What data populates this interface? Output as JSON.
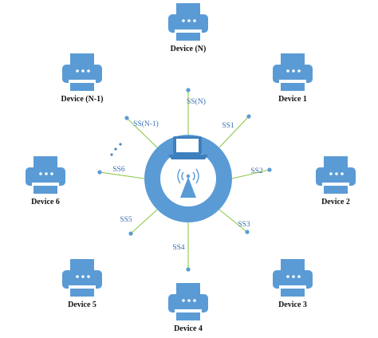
{
  "colors": {
    "primary": "#5a9bd5",
    "primary_dark": "#4b86c0",
    "ring_inner": "#ffffff",
    "link_line": "#8cc84b",
    "endpoint_dot": "#5a9bd5",
    "label_text": "#111111",
    "ss_text": "#3a6fb0"
  },
  "hub": {
    "icon_names": [
      "laptop-icon",
      "antenna-icon"
    ]
  },
  "devices": [
    {
      "id": "device-n",
      "label": "Device (N)",
      "icon": "printer-icon"
    },
    {
      "id": "device-1",
      "label": "Device 1",
      "icon": "printer-icon"
    },
    {
      "id": "device-2",
      "label": "Device 2",
      "icon": "printer-icon"
    },
    {
      "id": "device-3",
      "label": "Device 3",
      "icon": "printer-icon"
    },
    {
      "id": "device-4",
      "label": "Device 4",
      "icon": "printer-icon"
    },
    {
      "id": "device-5",
      "label": "Device 5",
      "icon": "printer-icon"
    },
    {
      "id": "device-6",
      "label": "Device 6",
      "icon": "printer-icon"
    },
    {
      "id": "device-n-1",
      "label": "Device (N-1)",
      "icon": "printer-icon"
    }
  ],
  "links": [
    {
      "id": "ss-n",
      "label": "SS(N)"
    },
    {
      "id": "ss-1",
      "label": "SS1"
    },
    {
      "id": "ss-2",
      "label": "SS2"
    },
    {
      "id": "ss-3",
      "label": "SS3"
    },
    {
      "id": "ss-4",
      "label": "SS4"
    },
    {
      "id": "ss-5",
      "label": "SS5"
    },
    {
      "id": "ss-6",
      "label": "SS6"
    },
    {
      "id": "ss-n-1",
      "label": "SS(N-1)"
    }
  ]
}
